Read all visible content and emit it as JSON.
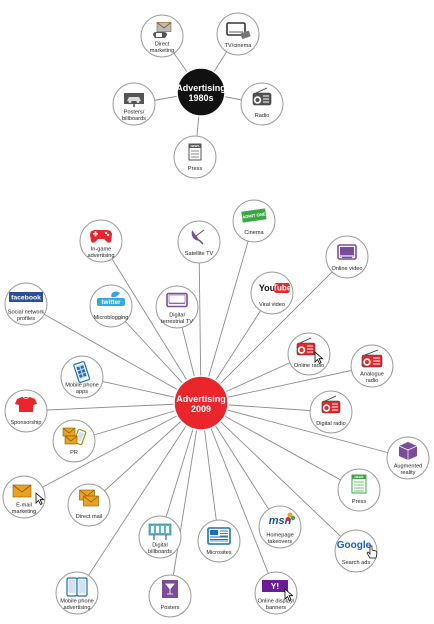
{
  "hub_1980s": {
    "line1": "Advertising",
    "line2": "1980s"
  },
  "hub_2009": {
    "line1": "Advertising",
    "line2": "2009"
  },
  "nodes_1980s": [
    {
      "id": "direct-marketing",
      "label": [
        "Direct",
        "marketing"
      ]
    },
    {
      "id": "tv-cinema",
      "label": [
        "TV/cinema"
      ]
    },
    {
      "id": "posters-billboards",
      "label": [
        "Posters/",
        "billboards"
      ]
    },
    {
      "id": "radio",
      "label": [
        "Radio"
      ]
    },
    {
      "id": "press",
      "label": [
        "Press"
      ]
    }
  ],
  "nodes_2009": [
    {
      "id": "in-game-advertising",
      "label": [
        "In-game",
        "advertising"
      ]
    },
    {
      "id": "satellite-tv",
      "label": [
        "Satellite TV"
      ]
    },
    {
      "id": "cinema",
      "label": [
        "Cinema"
      ]
    },
    {
      "id": "online-video",
      "label": [
        "Online video"
      ]
    },
    {
      "id": "social-network-profiles",
      "label": [
        "Social network",
        "profiles"
      ]
    },
    {
      "id": "microblogging",
      "label": [
        "Microblogging"
      ]
    },
    {
      "id": "digital-terrestrial-tv",
      "label": [
        "Digital",
        "terrestrial TV"
      ]
    },
    {
      "id": "viral-video",
      "label": [
        "Viral video"
      ]
    },
    {
      "id": "online-radio",
      "label": [
        "Online radio"
      ]
    },
    {
      "id": "analogue-radio",
      "label": [
        "Analogue",
        "radio"
      ]
    },
    {
      "id": "mobile-phone-apps",
      "label": [
        "Mobile phone",
        "apps"
      ]
    },
    {
      "id": "sponsorship",
      "label": [
        "Sponsorship"
      ]
    },
    {
      "id": "digital-radio",
      "label": [
        "Digital radio"
      ]
    },
    {
      "id": "pr",
      "label": [
        "PR"
      ]
    },
    {
      "id": "augmented-reality",
      "label": [
        "Augmented",
        "reality"
      ]
    },
    {
      "id": "email-marketing",
      "label": [
        "E-mail",
        "marketing"
      ]
    },
    {
      "id": "direct-mail",
      "label": [
        "Direct mail"
      ]
    },
    {
      "id": "press-2009",
      "label": [
        "Press"
      ]
    },
    {
      "id": "digital-billboards",
      "label": [
        "Digital",
        "billboards"
      ]
    },
    {
      "id": "microsites",
      "label": [
        "Microsites"
      ]
    },
    {
      "id": "homepage-takeovers",
      "label": [
        "Homepage",
        "takeovers"
      ]
    },
    {
      "id": "search-ads",
      "label": [
        "Search ads"
      ]
    },
    {
      "id": "mobile-phone-advertising",
      "label": [
        "Mobile phone",
        "advertising"
      ]
    },
    {
      "id": "posters",
      "label": [
        "Posters"
      ]
    },
    {
      "id": "online-display-banners",
      "label": [
        "Online display/",
        "banners"
      ]
    }
  ],
  "logos": {
    "facebook": "facebook",
    "twitter": "twitter",
    "youtube_you": "You",
    "youtube_tube": "Tube",
    "admit_one": "ADMIT ONE",
    "msn": "msn",
    "google": "Google",
    "yahoo": "Y!",
    "news": "NEWS"
  },
  "colors": {
    "hub_1980s": "#111111",
    "hub_2009": "#e8262b",
    "accent_red": "#e8262b",
    "accent_blue": "#1f6fb5",
    "accent_purple": "#7b4c9c",
    "accent_green": "#3aa745",
    "accent_orange": "#e8a21e",
    "circle_stroke": "#9a9a9a",
    "line": "#8c8c8c"
  }
}
